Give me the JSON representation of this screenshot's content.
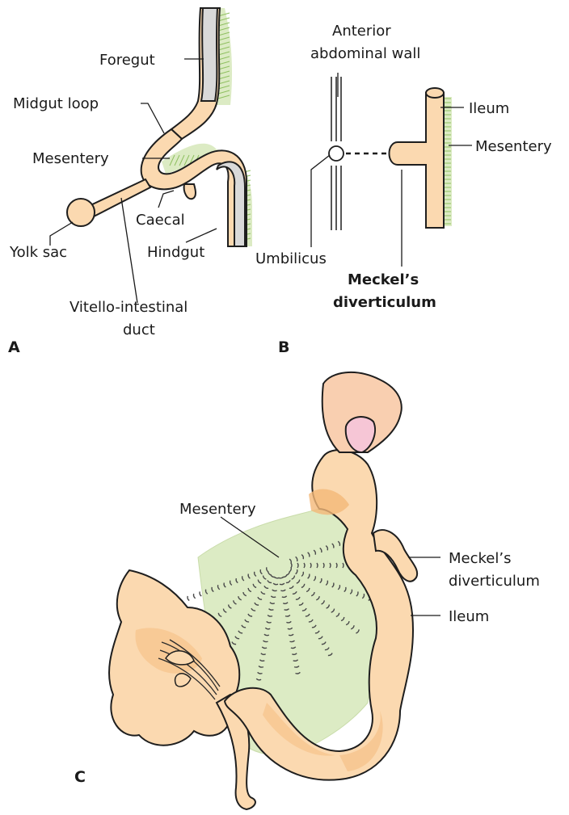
{
  "colors": {
    "gut": "#fbd9b0",
    "gut_shade": "#f4b878",
    "mesentery": "#dcebc4",
    "mesentery_hatch": "#8fc061",
    "foregut_grey": "#d9d9d9",
    "nail": "#f6c6d6",
    "finger": "#f9cfb0"
  },
  "panel_a": {
    "letter": "A",
    "labels": {
      "foregut": "Foregut",
      "midgut_loop": "Midgut loop",
      "mesentery": "Mesentery",
      "caecal": "Caecal",
      "yolk_sac": "Yolk sac",
      "hindgut": "Hindgut",
      "vitello_line1": "Vitello-intestinal",
      "vitello_line2": "duct"
    }
  },
  "panel_b": {
    "letter": "B",
    "labels": {
      "anterior_line1": "Anterior",
      "anterior_line2": "abdominal wall",
      "ileum": "Ileum",
      "mesentery": "Mesentery",
      "umbilicus": "Umbilicus",
      "meckels_line1": "Meckel’s",
      "meckels_line2": "diverticulum"
    }
  },
  "panel_c": {
    "letter": "C",
    "labels": {
      "mesentery": "Mesentery",
      "meckels_line1": "Meckel’s",
      "meckels_line2": "diverticulum",
      "ileum": "Ileum"
    }
  }
}
